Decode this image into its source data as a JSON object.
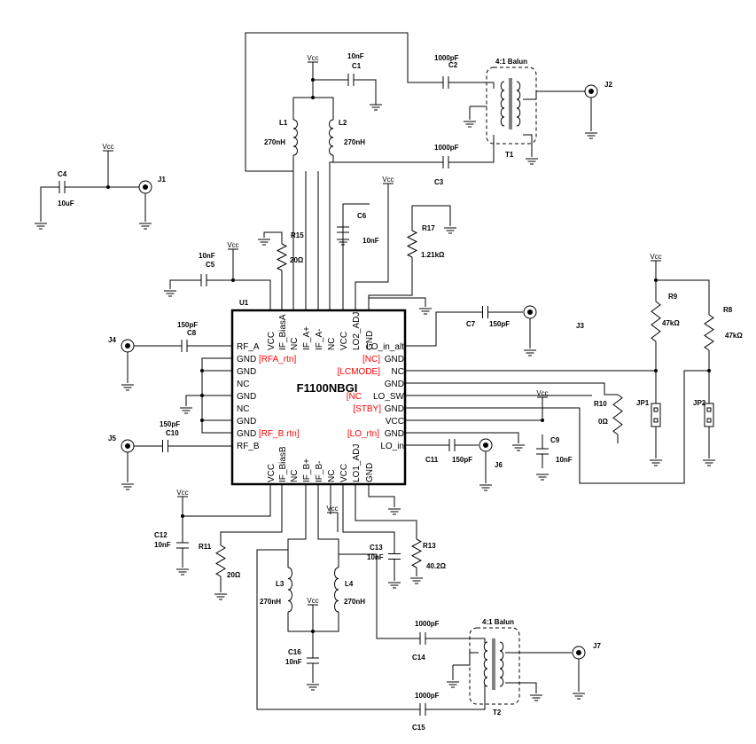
{
  "ic": {
    "name": "F1100NBGI",
    "ref": "U1",
    "pins_left": [
      "RF_A",
      "GND",
      "GND",
      "NC",
      "GND",
      "NC",
      "GND",
      "GND",
      "RF_B"
    ],
    "pins_left_notes": [
      "[RFA_rtn]",
      "[RF_B rtn]"
    ],
    "pins_right": [
      "LO_in_alt",
      "GND",
      "NC",
      "GND",
      "LO_SW",
      "GND",
      "VCC",
      "GND",
      "LO_in"
    ],
    "pins_right_notes": [
      "[NC]",
      "[LCMODE]",
      "[NC",
      "[STBY]",
      "[LO_rtn]"
    ],
    "pins_top": [
      "VCC",
      "IF_BiasA",
      "NC",
      "IF_A+",
      "IF_A-",
      "NC",
      "VCC",
      "LO2_ADJ",
      "GND"
    ],
    "pins_bottom": [
      "VCC",
      "IF_BiasB",
      "NC",
      "IF_B+",
      "IF_B-",
      "NC",
      "VCC",
      "LO1_ADJ",
      "GND"
    ]
  },
  "components": {
    "C1": {
      "ref": "C1",
      "value": "10nF"
    },
    "C2": {
      "ref": "C2",
      "value": "1000pF"
    },
    "C3": {
      "ref": "C3",
      "value": "1000pF"
    },
    "C4": {
      "ref": "C4",
      "value": "10uF"
    },
    "C5": {
      "ref": "C5",
      "value": "10nF"
    },
    "C6": {
      "ref": "C6",
      "value": "10nF"
    },
    "C7": {
      "ref": "C7",
      "value": "150pF"
    },
    "C8": {
      "ref": "C8",
      "value": "150pF"
    },
    "C9": {
      "ref": "C9",
      "value": "10nF"
    },
    "C10": {
      "ref": "C10",
      "value": "150pF"
    },
    "C11": {
      "ref": "C11",
      "value": "150pF"
    },
    "C12": {
      "ref": "C12",
      "value": "10nF"
    },
    "C13": {
      "ref": "C13",
      "value": "10nF"
    },
    "C14": {
      "ref": "C14",
      "value": "1000pF"
    },
    "C15": {
      "ref": "C15",
      "value": "1000pF"
    },
    "C16": {
      "ref": "C16",
      "value": "10nF"
    },
    "L1": {
      "ref": "L1",
      "value": "270nH"
    },
    "L2": {
      "ref": "L2",
      "value": "270nH"
    },
    "L3": {
      "ref": "L3",
      "value": "270nH"
    },
    "L4": {
      "ref": "L4",
      "value": "270nH"
    },
    "R8": {
      "ref": "R8",
      "value": "47kΩ"
    },
    "R9": {
      "ref": "R9",
      "value": "47kΩ"
    },
    "R10": {
      "ref": "R10",
      "value": "0Ω"
    },
    "R11": {
      "ref": "R11",
      "value": "20Ω"
    },
    "R13": {
      "ref": "R13",
      "value": "40.2Ω"
    },
    "R15": {
      "ref": "R15",
      "value": "20Ω"
    },
    "R17": {
      "ref": "R17",
      "value": "1.21kΩ"
    },
    "T1": {
      "ref": "T1",
      "value": "4:1 Balun"
    },
    "T2": {
      "ref": "T2",
      "value": "4:1 Balun"
    },
    "J1": {
      "ref": "J1"
    },
    "J2": {
      "ref": "J2"
    },
    "J3": {
      "ref": "J3"
    },
    "J4": {
      "ref": "J4"
    },
    "J5": {
      "ref": "J5"
    },
    "J6": {
      "ref": "J6"
    },
    "J7": {
      "ref": "J7"
    },
    "JP1": {
      "ref": "JP1"
    },
    "JP2": {
      "ref": "JP2"
    }
  },
  "supply_label": "Vcc"
}
